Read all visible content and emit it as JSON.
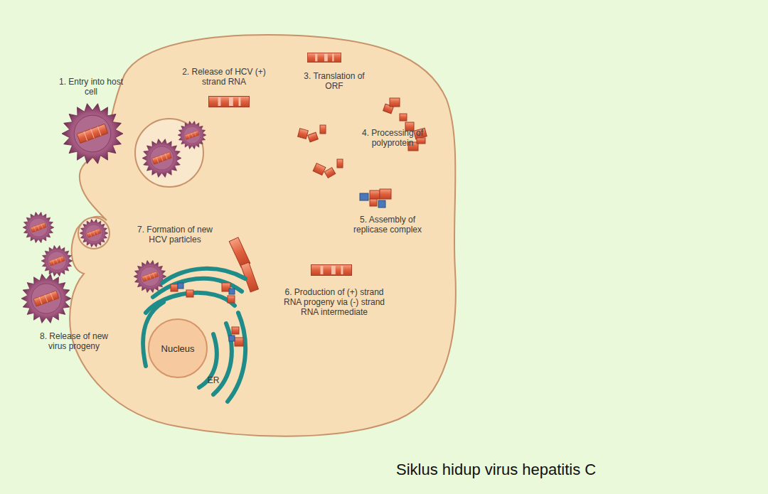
{
  "diagram": {
    "caption": "Siklus hidup virus hepatitis C",
    "nodes": [
      {
        "text": [
          "Nucleus"
        ]
      }
    ],
    "labels": [
      "1. Entry into host cell",
      "2. Release of HCV (+) strand RNA",
      "3. Translation of ORF",
      "4. Processing of polyprotein",
      "5. Assembly of replicase complex",
      "6. Production of (+) strand RNA progeny via (-) strand RNA intermediate",
      "7. Formation of new HCV particles",
      "8. Release of new virus progeny",
      "ER"
    ]
  }
}
